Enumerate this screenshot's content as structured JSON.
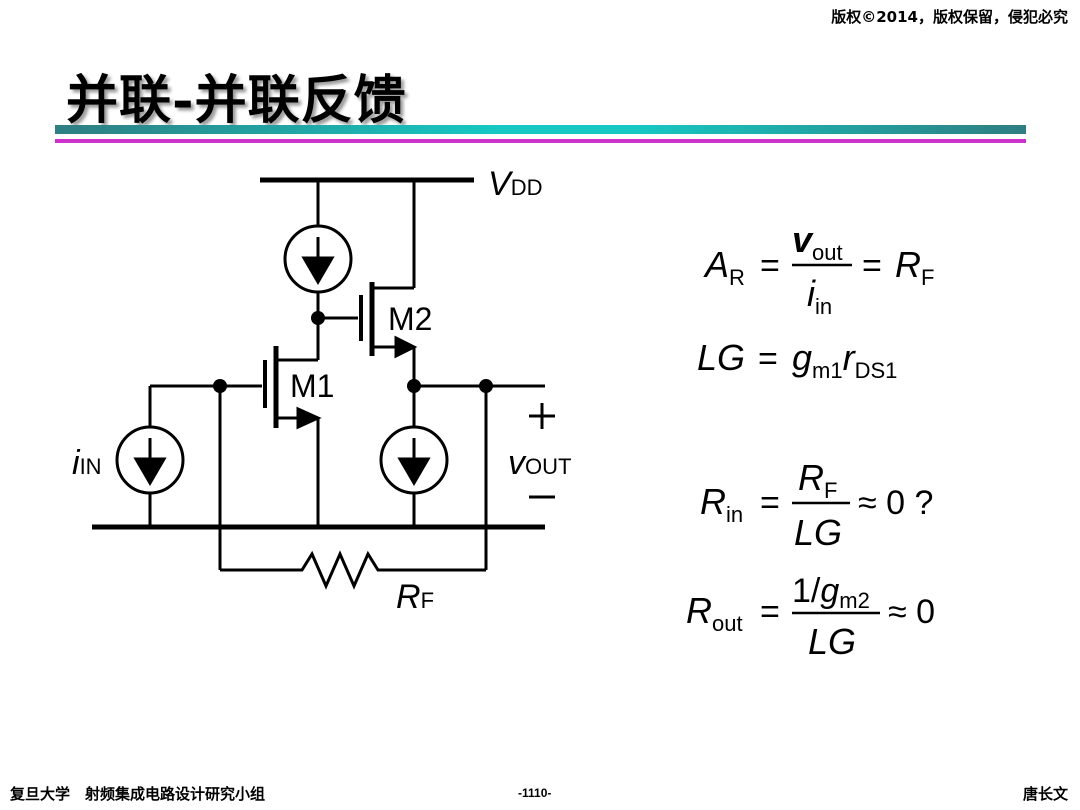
{
  "header": {
    "copyright": "版权©2014，版权保留，侵犯必究"
  },
  "slide": {
    "title": "并联-并联反馈"
  },
  "circuit": {
    "supply": {
      "main": "V",
      "sub": "DD"
    },
    "transistor_1": "M1",
    "transistor_2": "M2",
    "input_source": {
      "main": "i",
      "sub": "IN"
    },
    "output": {
      "main": "v",
      "sub": "OUT",
      "plus": "+",
      "minus": "–"
    },
    "feedback_resistor": {
      "main": "R",
      "sub": "F"
    }
  },
  "equations": {
    "gain": {
      "lhs_main": "A",
      "lhs_sub": "R",
      "num_main": "v",
      "num_sub": "out",
      "den_main": "i",
      "den_sub": "in",
      "rhs_main": "R",
      "rhs_sub": "F"
    },
    "loop_gain": {
      "lhs": "LG",
      "g": "g",
      "g_sub": "m1",
      "r": "r",
      "r_sub": "DS1"
    },
    "input_resistance": {
      "lhs_main": "R",
      "lhs_sub": "in",
      "num_main": "R",
      "num_sub": "F",
      "den": "LG",
      "result": "≈ 0 ?"
    },
    "output_resistance": {
      "lhs_main": "R",
      "lhs_sub": "out",
      "num_pre": "1/",
      "num_main": "g",
      "num_sub": "m2",
      "den": "LG",
      "result": "≈ 0"
    },
    "eq_sign": "="
  },
  "footer": {
    "left": "复旦大学　射频集成电路设计研究小组",
    "page": "-1110-",
    "right": "唐长文"
  }
}
